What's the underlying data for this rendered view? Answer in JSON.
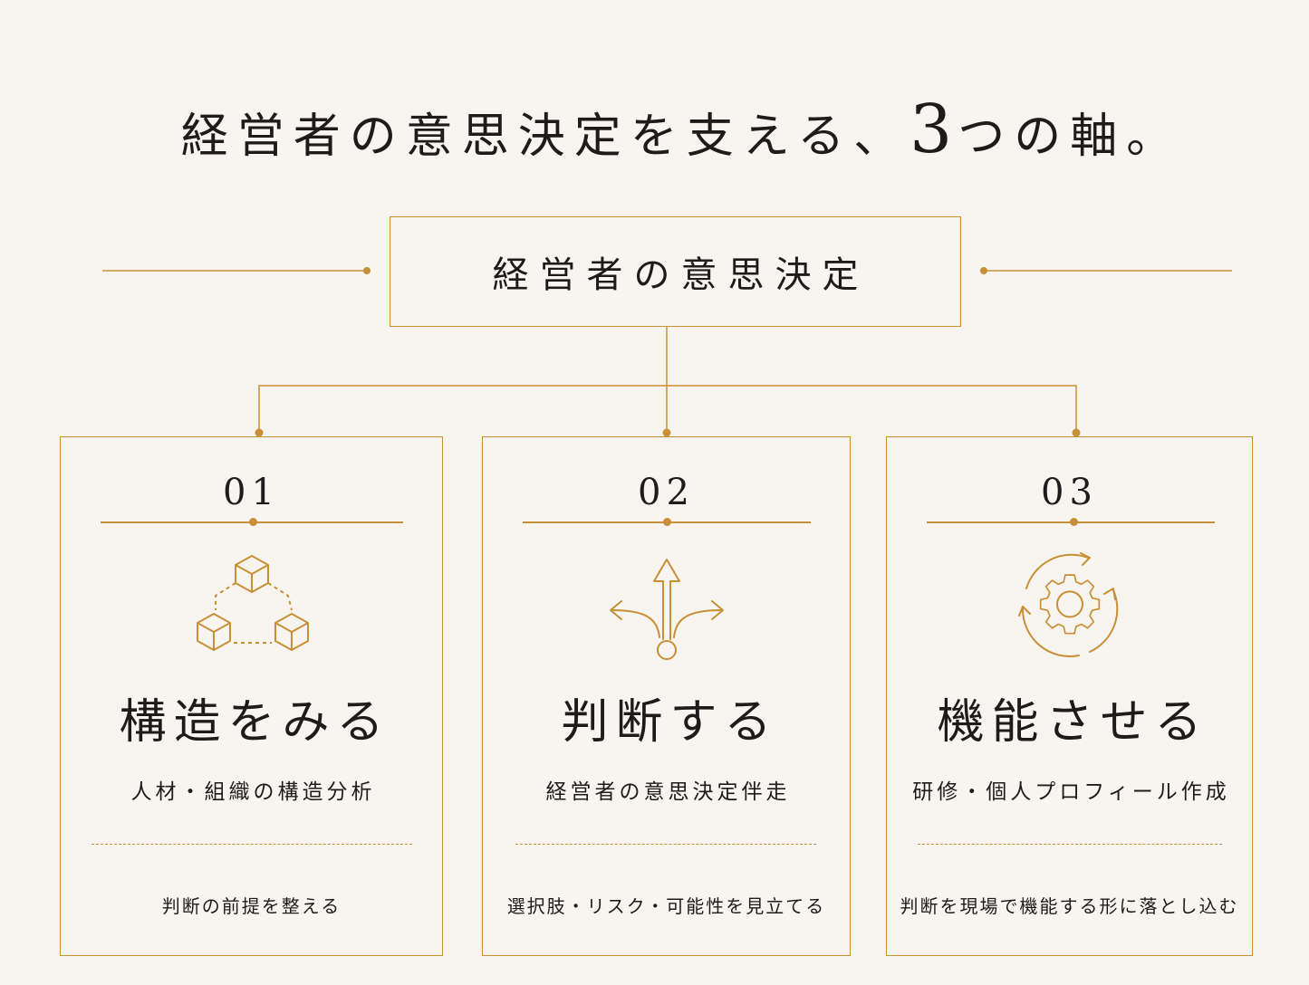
{
  "headline": {
    "before": "経営者の意思決定を支える、",
    "number": "3",
    "after": "つの軸。"
  },
  "top_box": {
    "label": "経営者の意思決定"
  },
  "accent_color": "#c89036",
  "cards": [
    {
      "number": "01",
      "icon": "connected-cubes-icon",
      "title": "構造をみる",
      "subtitle": "人材・組織の構造分析",
      "footer": "判断の前提を整える"
    },
    {
      "number": "02",
      "icon": "branching-arrows-icon",
      "title": "判断する",
      "subtitle": "経営者の意思決定伴走",
      "footer": "選択肢・リスク・可能性を見立てる"
    },
    {
      "number": "03",
      "icon": "gear-cycle-icon",
      "title": "機能させる",
      "subtitle": "研修・個人プロフィール作成",
      "footer": "判断を現場で機能する形に落とし込む"
    }
  ]
}
